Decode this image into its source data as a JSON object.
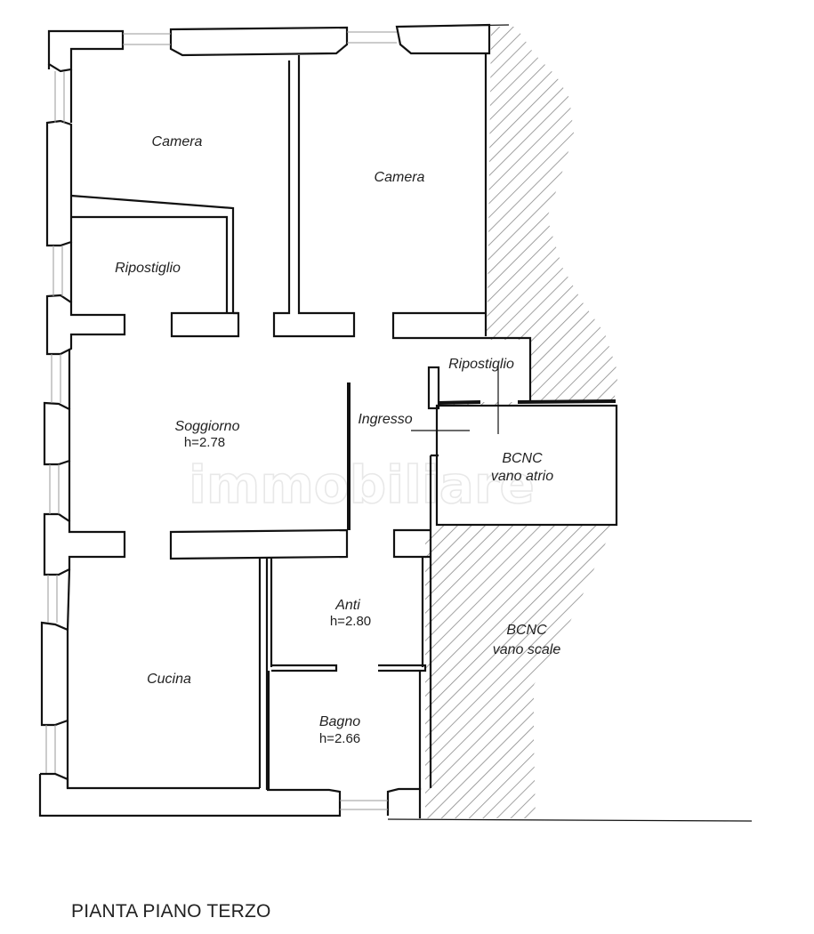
{
  "plan": {
    "caption": "PIANTA PIANO TERZO",
    "watermark": "immobiliare",
    "rooms": {
      "camera_left": {
        "name": "Camera"
      },
      "camera_right": {
        "name": "Camera"
      },
      "ripostiglio_left": {
        "name": "Ripostiglio"
      },
      "ripostiglio_right": {
        "name": "Ripostiglio"
      },
      "ingresso": {
        "name": "Ingresso"
      },
      "soggiorno": {
        "name": "Soggiorno",
        "height": "h=2.78"
      },
      "bcnc_atrio": {
        "name": "BCNC",
        "sub": "vano atrio"
      },
      "anti": {
        "name": "Anti",
        "height": "h=2.80"
      },
      "bcnc_scale": {
        "name": "BCNC",
        "sub": "vano scale"
      },
      "cucina": {
        "name": "Cucina"
      },
      "bagno": {
        "name": "Bagno",
        "height": "h=2.66"
      }
    }
  }
}
